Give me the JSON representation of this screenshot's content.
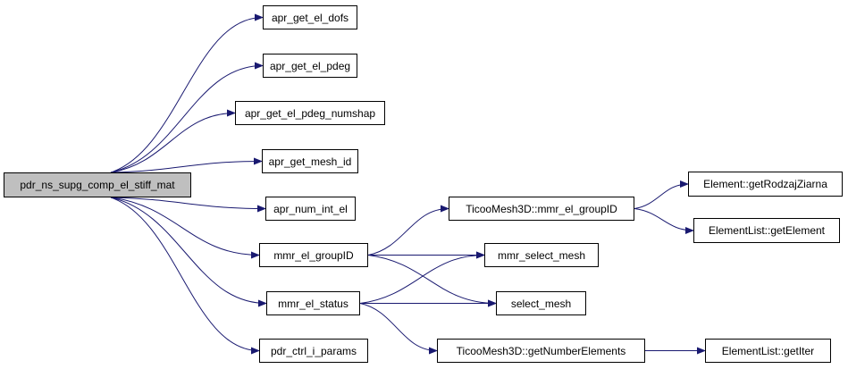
{
  "nodes": {
    "root": "pdr_ns_supg_comp_el_stiff_mat",
    "apr_get_el_dofs": "apr_get_el_dofs",
    "apr_get_el_pdeg": "apr_get_el_pdeg",
    "apr_get_el_pdeg_numshap": "apr_get_el_pdeg_numshap",
    "apr_get_mesh_id": "apr_get_mesh_id",
    "apr_num_int_el": "apr_num_int_el",
    "mmr_el_groupID": "mmr_el_groupID",
    "mmr_el_status": "mmr_el_status",
    "pdr_ctrl_i_params": "pdr_ctrl_i_params",
    "ticoo_mmr_el_groupID": "TicooMesh3D::mmr_el_groupID",
    "mmr_select_mesh": "mmr_select_mesh",
    "select_mesh": "select_mesh",
    "ticoo_getNumberElements": "TicooMesh3D::getNumberElements",
    "element_getRodzajZiarna": "Element::getRodzajZiarna",
    "elementlist_getElement": "ElementList::getElement",
    "elementlist_getIter": "ElementList::getIter"
  },
  "colors": {
    "edge": "#191970",
    "root_fill": "#bfbfbf",
    "node_fill": "#ffffff",
    "border": "#000000"
  },
  "edges": [
    [
      "root",
      "apr_get_el_dofs"
    ],
    [
      "root",
      "apr_get_el_pdeg"
    ],
    [
      "root",
      "apr_get_el_pdeg_numshap"
    ],
    [
      "root",
      "apr_get_mesh_id"
    ],
    [
      "root",
      "apr_num_int_el"
    ],
    [
      "root",
      "mmr_el_groupID"
    ],
    [
      "root",
      "mmr_el_status"
    ],
    [
      "root",
      "pdr_ctrl_i_params"
    ],
    [
      "mmr_el_groupID",
      "ticoo_mmr_el_groupID"
    ],
    [
      "mmr_el_groupID",
      "mmr_select_mesh"
    ],
    [
      "mmr_el_groupID",
      "select_mesh"
    ],
    [
      "mmr_el_status",
      "mmr_select_mesh"
    ],
    [
      "mmr_el_status",
      "select_mesh"
    ],
    [
      "mmr_el_status",
      "ticoo_getNumberElements"
    ],
    [
      "ticoo_mmr_el_groupID",
      "element_getRodzajZiarna"
    ],
    [
      "ticoo_mmr_el_groupID",
      "elementlist_getElement"
    ],
    [
      "ticoo_getNumberElements",
      "elementlist_getIter"
    ]
  ]
}
